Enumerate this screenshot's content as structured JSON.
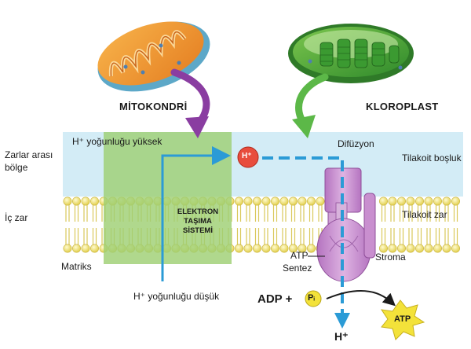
{
  "organelles": {
    "mitochondria_title": "MİTOKONDRİ",
    "chloroplast_title": "KLOROPLAST"
  },
  "left_labels": {
    "intermembrane_line1": "Zarlar arası",
    "intermembrane_line2": "bölge",
    "inner_membrane": "İç zar",
    "matrix": "Matriks"
  },
  "right_labels": {
    "diffusion": "Difüzyon",
    "thylakoid_space": "Tilakoit boşluk",
    "thylakoid_membrane": "Tilakoit zar",
    "stroma": "Stroma"
  },
  "gradient": {
    "high": "H⁺ yoğunluğu yüksek",
    "low": "H⁺ yoğunluğu düşük"
  },
  "etc": {
    "line1": "ELEKTRON",
    "line2": "TAŞIMA",
    "line3": "SİSTEMİ"
  },
  "atp_synthase": {
    "line1": "ATP",
    "line2": "Sentez"
  },
  "reaction": {
    "hplus_bubble": "H⁺",
    "adp_plus": "ADP +",
    "pi": "Pᵢ",
    "atp": "ATP",
    "hplus_out": "H⁺"
  },
  "colors": {
    "space_blue": "#d3ecf6",
    "green_box": "#a6d37c",
    "phospholipid_head": "#f1e47a",
    "arrow_blue": "#2b9bd6",
    "synthase_purple": "#c98fcf",
    "mito_arrow": "#8a3da1",
    "chloro_arrow": "#5cb848",
    "hplus_red": "#e84d3d",
    "atp_star": "#f3e23a"
  }
}
